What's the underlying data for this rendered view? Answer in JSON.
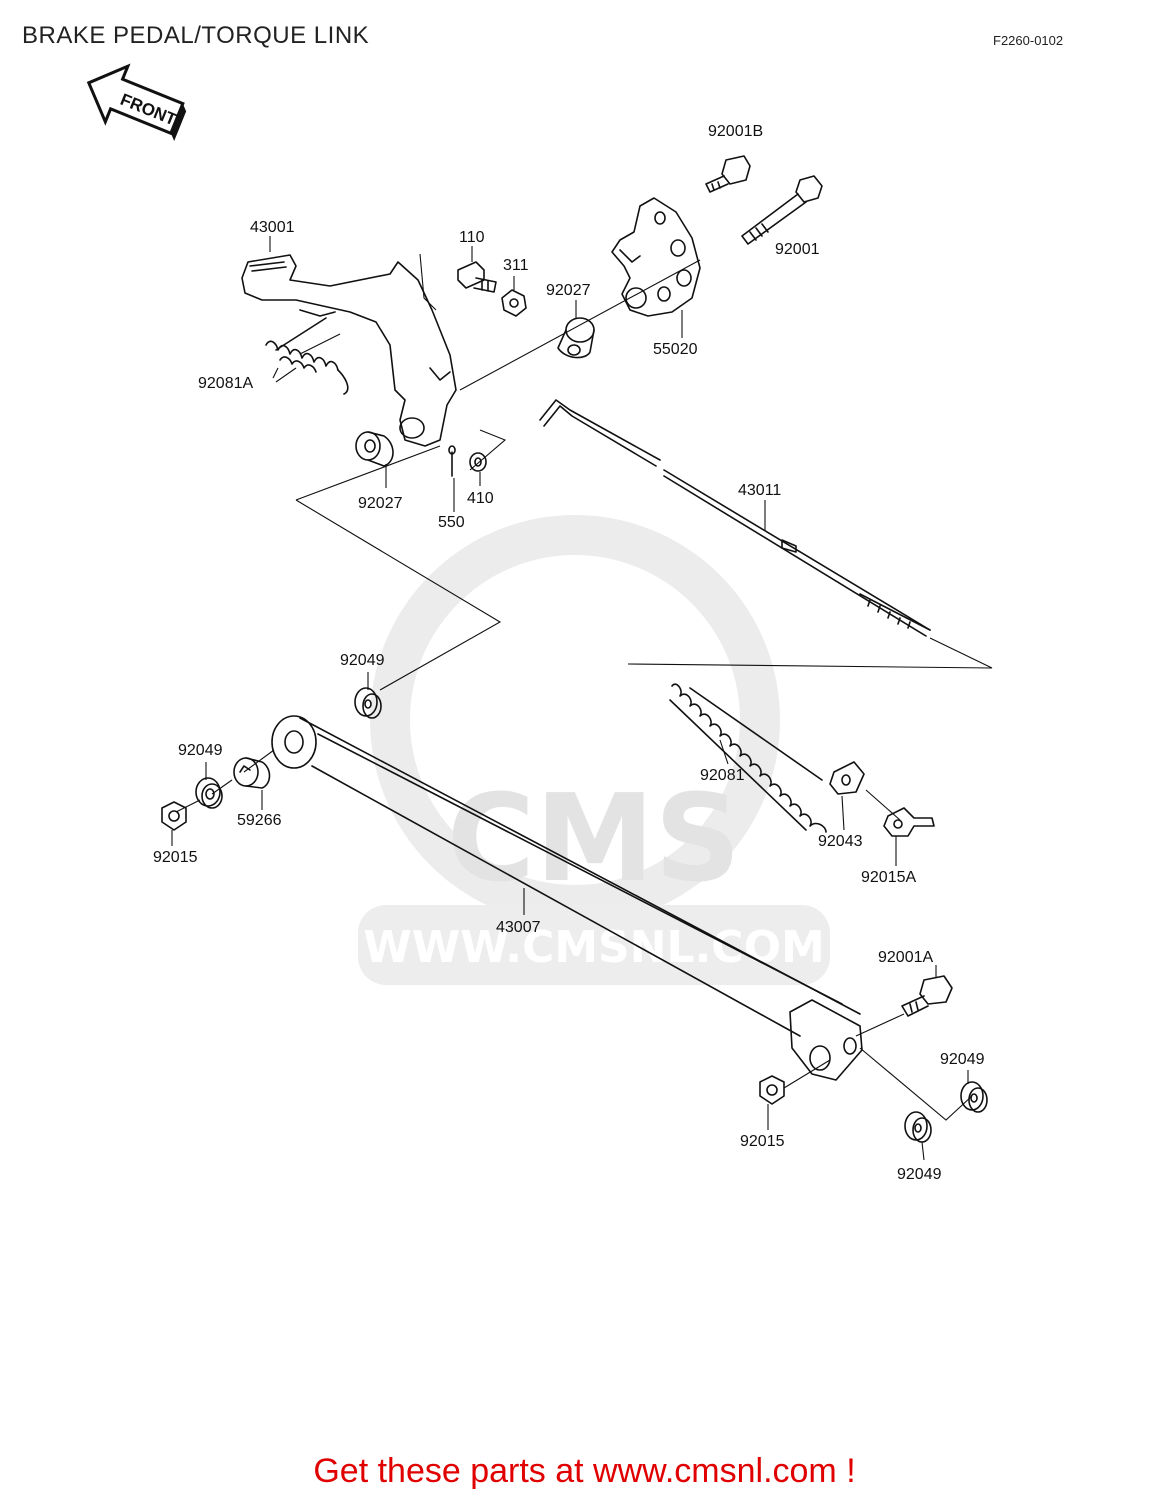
{
  "header": {
    "title": "BRAKE PEDAL/TORQUE LINK",
    "figure_code": "F2260-0102",
    "direction_arrow_label": "FRONT"
  },
  "watermark": {
    "brand": "CMS",
    "url": "WWW.CMSNL.COM",
    "color": "#e6e6e6"
  },
  "parts": {
    "p92001B": "92001B",
    "p43001": "43001",
    "p110": "110",
    "p311": "311",
    "p92027_top": "92027",
    "p92001": "92001",
    "p55020": "55020",
    "p92081A": "92081A",
    "p92027_bottom": "92027",
    "p550": "550",
    "p410": "410",
    "p43011": "43011",
    "p92049_top": "92049",
    "p92049_left": "92049",
    "p59266": "59266",
    "p92015_left": "92015",
    "p92081": "92081",
    "p92043": "92043",
    "p92015A": "92015A",
    "p43007": "43007",
    "p92001A": "92001A",
    "p92049_right": "92049",
    "p92015_bottom": "92015",
    "p92049_bottom": "92049"
  },
  "footer": {
    "link_text": "Get these parts at www.cmsnl.com !",
    "link_color": "#e00000"
  }
}
